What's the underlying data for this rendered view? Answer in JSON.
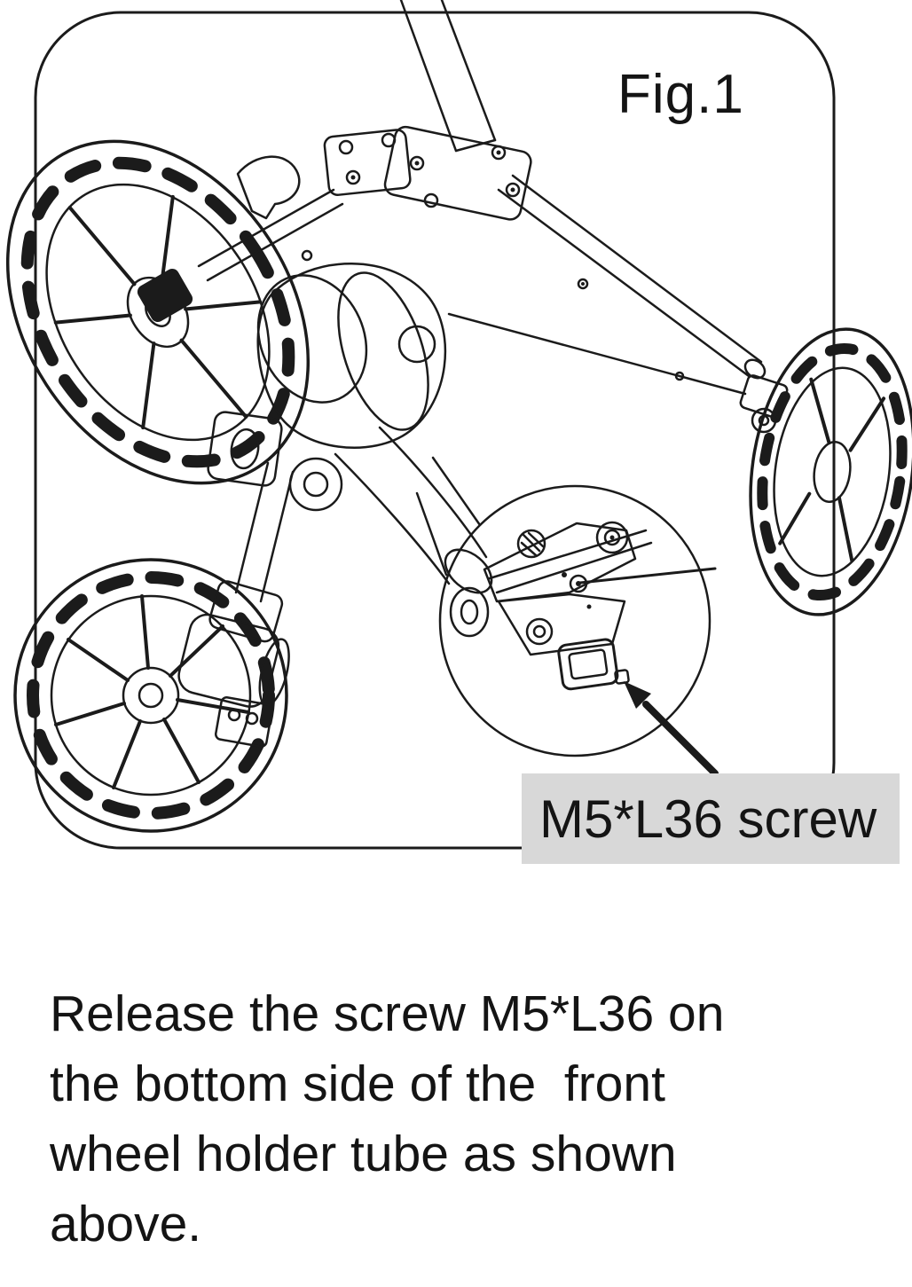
{
  "figure": {
    "label": "Fig.1"
  },
  "callout": {
    "label": "M5*L36 screw"
  },
  "instruction": {
    "lines": [
      "Release the screw M5*L36 on",
      "the bottom side of the  front",
      "wheel holder tube as shown",
      "above."
    ]
  },
  "colors": {
    "ink": "#1b1b1b",
    "label_background": "#d8d8d8",
    "paper": "#ffffff"
  }
}
